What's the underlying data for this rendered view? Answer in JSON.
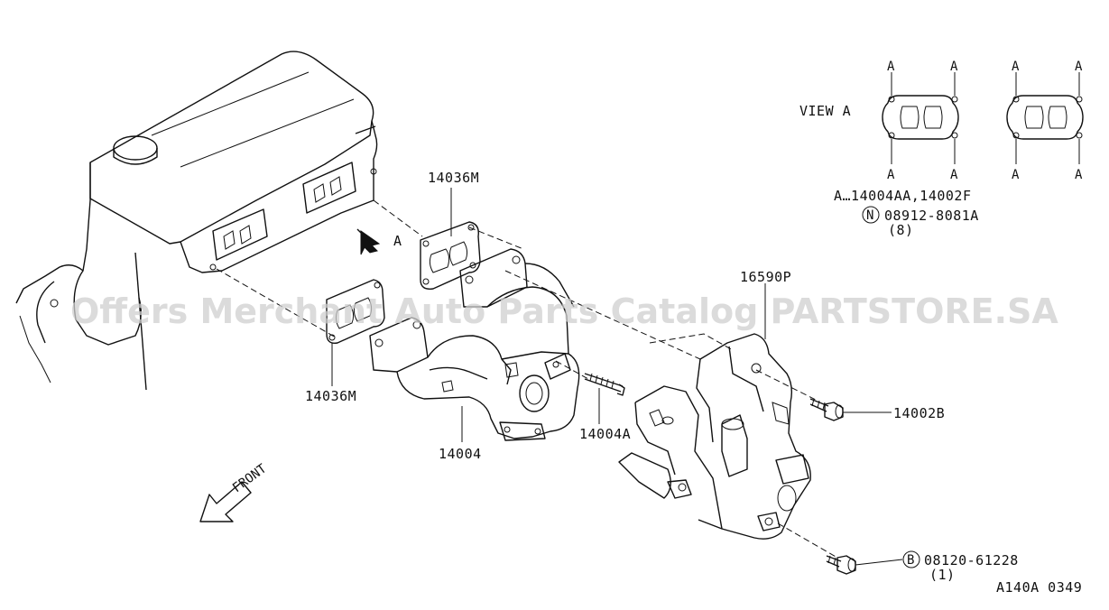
{
  "watermark": "Offers Merchant Auto Parts Catalog PARTSTORE.SA",
  "view": {
    "title": "VIEW A",
    "corner_label": "A",
    "legend_line": "A…14004AA,14002F",
    "n_symbol": "N",
    "n_part": "08912-8081A",
    "n_qty": "(8)"
  },
  "callouts": {
    "view_arrow": "A",
    "gasket_top": "14036M",
    "gasket_left": "14036M",
    "manifold": "14004",
    "stud": "14004A",
    "heat_shield": "16590P",
    "bolt": "14002B",
    "b_symbol": "B",
    "b_part": "08120-61228",
    "b_qty": "(1)",
    "front": "FRONT"
  },
  "diagram_code": "A140A 0349"
}
